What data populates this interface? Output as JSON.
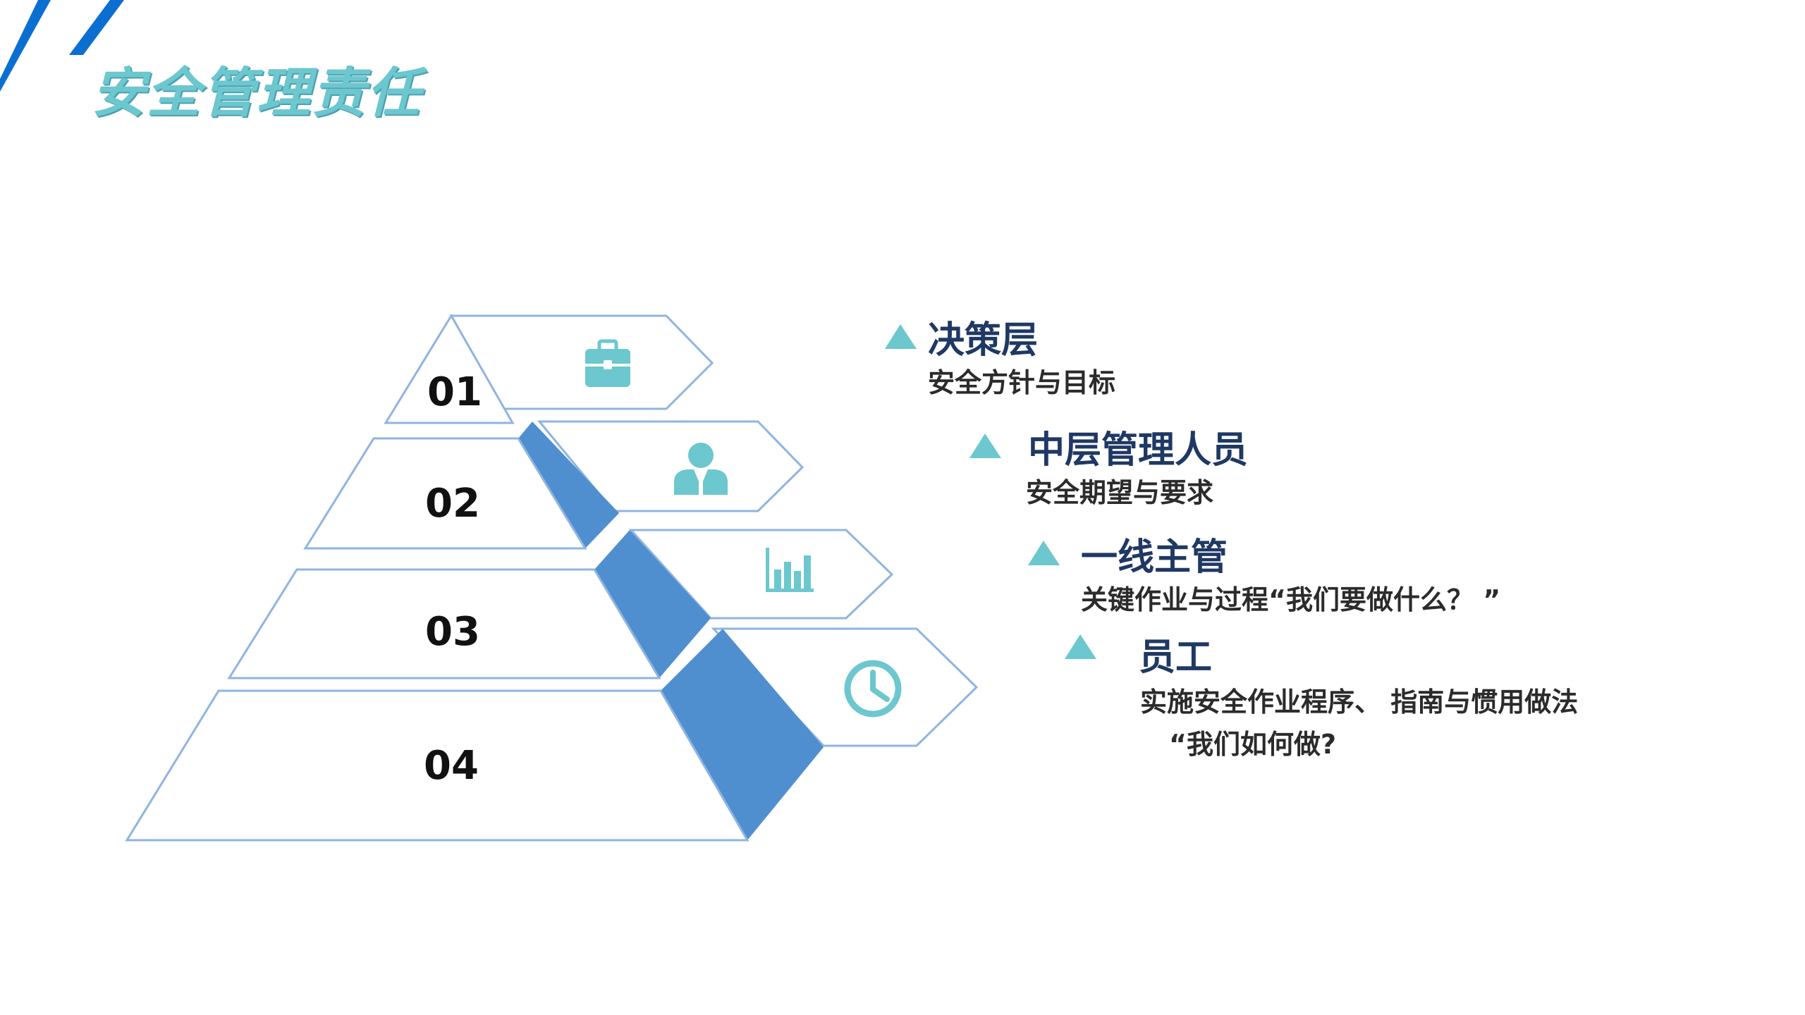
{
  "slide": {
    "title": "安全管理责任"
  },
  "pyramid": {
    "numbers": [
      "01",
      "02",
      "03",
      "04"
    ],
    "icons": [
      "briefcase-icon",
      "person-icon",
      "bar-chart-icon",
      "clock-icon"
    ]
  },
  "levels": [
    {
      "title": "决策层",
      "desc": "安全方针与目标"
    },
    {
      "title": "中层管理人员",
      "desc": "安全期望与要求"
    },
    {
      "title": "一线主管",
      "desc": "关键作业与过程“我们要做什么？ ”"
    },
    {
      "title": "员工",
      "desc": "实施安全作业程序、 指南与惯用做法",
      "desc2": "“我们如何做?"
    }
  ],
  "colors": {
    "accent": "#6cc7ce",
    "pyramid_shade": "#4f8fd0",
    "outline": "#8fb4e0",
    "stripe": "#0b6fd1",
    "heading": "#1f3864"
  }
}
